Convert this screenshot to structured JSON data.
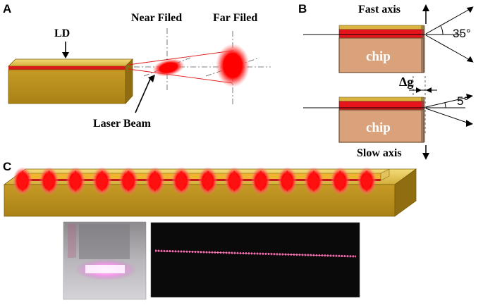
{
  "panels": {
    "a": "A",
    "b": "B",
    "c": "C"
  },
  "panel_a": {
    "ld_label": "LD",
    "near_field_label": "Near Filed",
    "far_field_label": "Far Filed",
    "laser_beam_label": "Laser Beam"
  },
  "panel_b": {
    "fast_axis_label": "Fast axis",
    "slow_axis_label": "Slow axis",
    "chip_label_top": "chip",
    "chip_label_bottom": "chip",
    "fast_angle": "35°",
    "slow_angle": "5°",
    "gap_label": "Δg"
  },
  "panel_c": {
    "emitter_count": 14,
    "photo_left": "laser bar module photo",
    "photo_right": "laser bar emission photo"
  },
  "colors": {
    "gold": "#c9a227",
    "gold_dark": "#9c7a14",
    "red": "#e8141c",
    "chip_fill": "#d9a27a"
  }
}
